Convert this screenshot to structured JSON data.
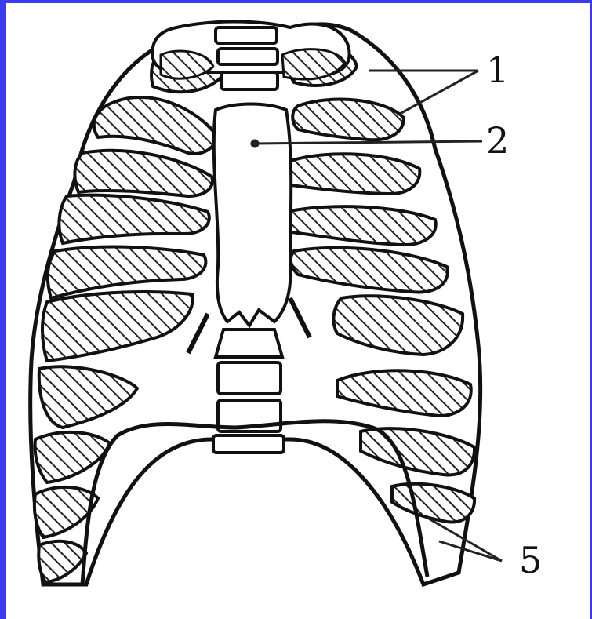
{
  "figure": {
    "labels": [
      {
        "id": "label-1",
        "text": "1"
      },
      {
        "id": "label-2",
        "text": "2"
      },
      {
        "id": "label-5",
        "text": "5"
      }
    ],
    "colors": {
      "border": "#3a3af0",
      "ink": "#111111",
      "background": "#ffffff"
    }
  }
}
